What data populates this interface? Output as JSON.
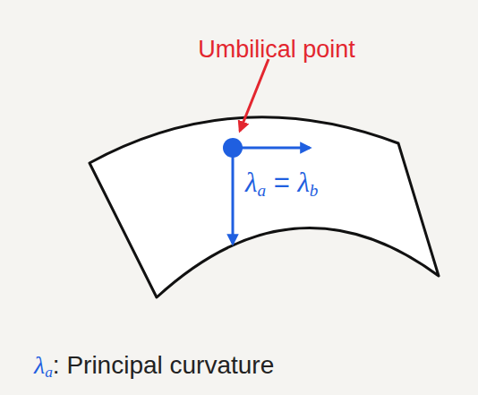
{
  "diagram": {
    "labels": [
      "Umbilical point",
      "λa = λb",
      "λa: Principal curvature"
    ]
  }
}
